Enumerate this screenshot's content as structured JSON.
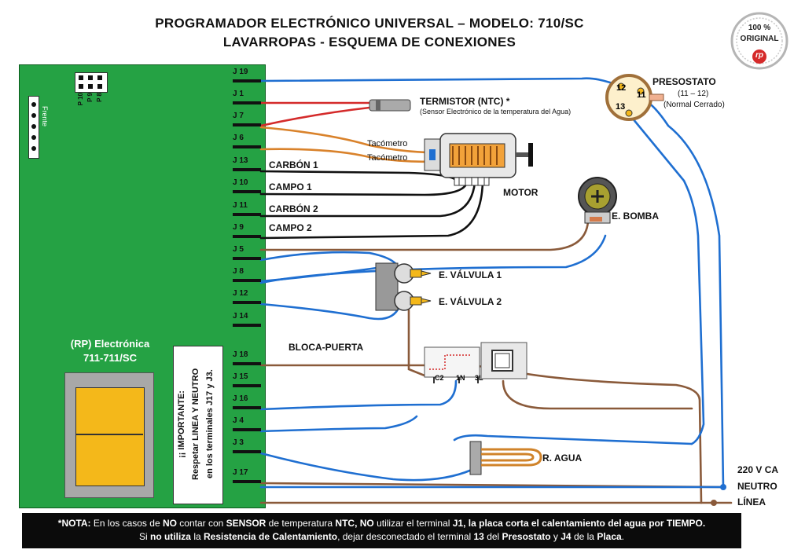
{
  "header": {
    "title_line1": "PROGRAMADOR ELECTRÓNICO UNIVERSAL – MODELO: 710/SC",
    "title_line2": "LAVARROPAS - ESQUEMA DE CONEXIONES"
  },
  "seal": {
    "top": "100 %",
    "middle": "ORIGINAL",
    "logo": "rp"
  },
  "board": {
    "pins": [
      "P 8",
      "P 9",
      "P 10"
    ],
    "frente": "Frente",
    "brand_line1": "(RP) Electrónica",
    "brand_line2": "711-711/SC",
    "important_line1": "¡¡ IMPORTANTE:",
    "important_line2": "Respetar LINEA Y NEUTRO",
    "important_line3": "en los terminales J17 y J3.",
    "terminals": [
      "J 19",
      "J 1",
      "J 7",
      "J 6",
      "J 13",
      "J 10",
      "J 11",
      "J 9",
      "J 5",
      "J 8",
      "J 12",
      "J 14",
      "J 18",
      "J 15",
      "J 16",
      "J 4",
      "J 3",
      "J 17"
    ]
  },
  "labels": {
    "carbon1": "CARBÓN 1",
    "campo1": "CAMPO 1",
    "carbon2": "CARBÓN 2",
    "campo2": "CAMPO 2",
    "tacometro1": "Tacómetro",
    "tacometro2": "Tacómetro",
    "termistor": "TERMISTOR (NTC) *",
    "termistor_sub": "(Sensor Electrónico de la temperatura del Agua)",
    "motor": "MOTOR",
    "presostato": "PRESOSTATO",
    "presostato_range": "(11 – 12)",
    "presostato_nc": "(Normal Cerrado)",
    "pres_12": "12",
    "pres_11": "11",
    "pres_13": "13",
    "bomba": "E. BOMBA",
    "valvula1": "E. VÁLVULA 1",
    "valvula2": "E. VÁLVULA 2",
    "bloca": "BLOCA-PUERTA",
    "bloca_c2": "C2",
    "bloca_1n": "1N",
    "bloca_3l": "3L",
    "r_agua": "R. AGUA",
    "ca": "220 V CA",
    "neutro": "NEUTRO",
    "linea": "LÍNEA"
  },
  "note": {
    "l1_a": "*NOTA:",
    "l1_b": " En los casos de ",
    "l1_c": "NO",
    "l1_d": " contar con ",
    "l1_e": "SENSOR",
    "l1_f": " de temperatura ",
    "l1_g": "NTC, NO",
    "l1_h": " utilizar el terminal ",
    "l1_i": "J1, la placa corta el calentamiento del agua por TIEMPO.",
    "l2_a": "Si ",
    "l2_b": "no utiliza",
    "l2_c": " la ",
    "l2_d": "Resistencia de Calentamiento",
    "l2_e": ", dejar desconectado el terminal ",
    "l2_f": "13",
    "l2_g": " del ",
    "l2_h": "Presostato",
    "l2_i": " y ",
    "l2_j": "J4",
    "l2_k": " de la ",
    "l2_l": "Placa",
    "l2_m": "."
  },
  "colors": {
    "board": "#25a244",
    "blue_wire": "#1f6fd1",
    "brown_wire": "#8a5a3a",
    "red_wire": "#d42a2a",
    "orange_wire": "#d9822b",
    "black_wire": "#111111",
    "relay": "#f4b81a"
  }
}
